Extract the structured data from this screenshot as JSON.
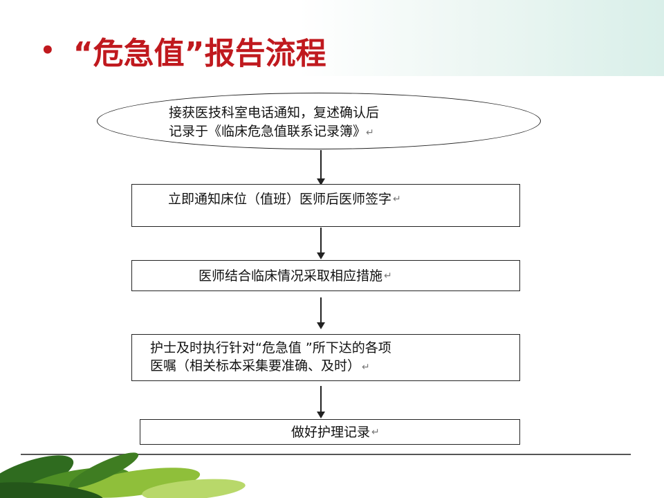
{
  "slide": {
    "bullet": "•",
    "title": "“危急值”报告流程"
  },
  "flow": {
    "start_line1": "接获医技科室电话通知，复述确认后",
    "start_line2": "记录于《临床危急值联系记录簿》",
    "step1": "立即通知床位（值班）医师后医师签字",
    "step2": "医师结合临床情况采取相应措施",
    "step3_line1": "护士及时执行针对“危急值 ”所下达的各项",
    "step3_line2": "医嘱（相关标本采集要准确、及时）",
    "step4": "做好护理记录",
    "return_mark": "↵"
  },
  "colors": {
    "title": "#c0191e",
    "border": "#222222",
    "leaf_dark": "#2f6b1f",
    "leaf_light": "#8fbf3a"
  }
}
